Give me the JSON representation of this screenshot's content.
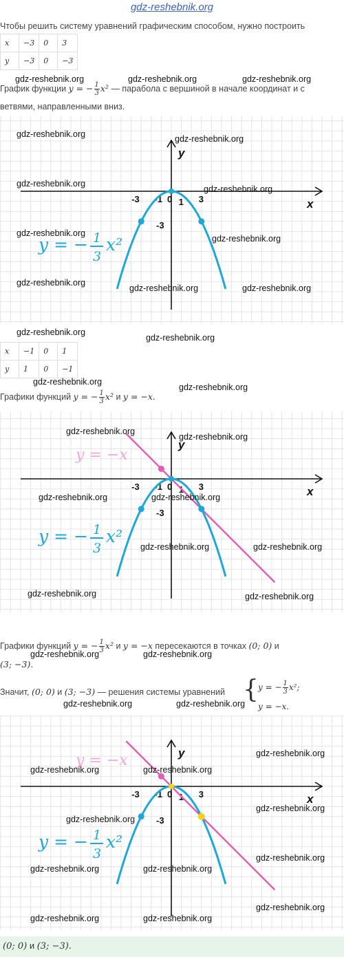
{
  "header": {
    "site_link": "gdz-reshebnik.org"
  },
  "intro": {
    "text": "Чтобы решить систему уравнений графическим способом, нужно построить"
  },
  "table1": {
    "row_x": [
      "x",
      "−3",
      "0",
      "3"
    ],
    "row_y": [
      "y",
      "−3",
      "0",
      "−3"
    ]
  },
  "parabola_desc": {
    "prefix": "График функции",
    "func_lhs": "y = −",
    "frac_num": "1",
    "frac_den": "3",
    "func_rhs": "x²",
    "suffix": "— парабола с вершиной в начале координат и с",
    "line2": "ветвями, направленными вниз."
  },
  "table2": {
    "row_x": [
      "x",
      "−1",
      "0",
      "1"
    ],
    "row_y": [
      "y",
      "1",
      "0",
      "−1"
    ]
  },
  "graphs_caption": {
    "prefix": "Графики функций",
    "f1_lhs": "y = −",
    "f1_rhs": "x²",
    "conj": "и",
    "f2": "y = −x."
  },
  "intersect": {
    "prefix": "Графики функций",
    "f1_lhs": "y = −",
    "f1_rhs": "x²",
    "conj": "и",
    "f2": "y = −x",
    "mid": "пересекаются в точках",
    "p1": "(0; 0)",
    "and": "и",
    "p2": "(3; −3)."
  },
  "conclusion": {
    "prefix": "Значит,",
    "p1": "(0; 0)",
    "and": "и",
    "p2": "(3; −3)",
    "mid": "— решения системы уравнений",
    "eq1_lhs": "y = −",
    "eq1_rhs": "x²;",
    "eq2": "y = −x."
  },
  "graph": {
    "axis_x": "x",
    "axis_y": "y",
    "tick_neg3": "-3",
    "tick_neg1": "-1",
    "tick_0": "0",
    "tick_1": "1",
    "tick_3": "3",
    "tick_yneg3": "-3",
    "parabola_label_lhs": "y = −",
    "parabola_label_num": "1",
    "parabola_label_den": "3",
    "parabola_label_rhs": "x²",
    "line_label": "y = −x",
    "colors": {
      "parabola": "#1ea8d8",
      "line": "#e05fb5",
      "intersection": "#f2d21b",
      "grid": "#e4e4e4"
    }
  },
  "answer": {
    "p1": "(0; 0)",
    "and": "и",
    "p2": "(3; −3)."
  },
  "watermark": "gdz-reshebnik.org"
}
